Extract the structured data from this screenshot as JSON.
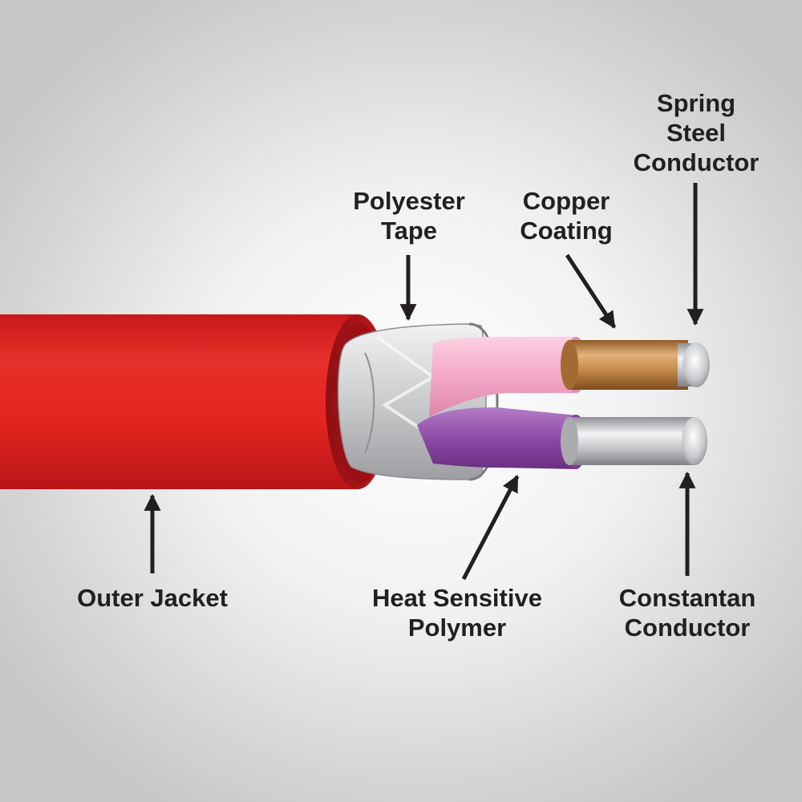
{
  "labels": {
    "spring_steel_conductor": [
      "Spring",
      "Steel",
      "Conductor"
    ],
    "polyester_tape": [
      "Polyester",
      "Tape"
    ],
    "copper_coating": [
      "Copper",
      "Coating"
    ],
    "outer_jacket": [
      "Outer Jacket"
    ],
    "heat_sensitive_polymer": [
      "Heat Sensitive",
      "Polymer"
    ],
    "constantan_conductor": [
      "Constantan",
      "Conductor"
    ]
  },
  "colors": {
    "outer_jacket": "#e42521",
    "polyester_tape": "#c9c9cb",
    "pink_polymer": "#f4a7c6",
    "purple_polymer": "#8e4aa6",
    "copper": "#c58a4a",
    "steel": "#c3c5c8",
    "text": "#231f20"
  }
}
